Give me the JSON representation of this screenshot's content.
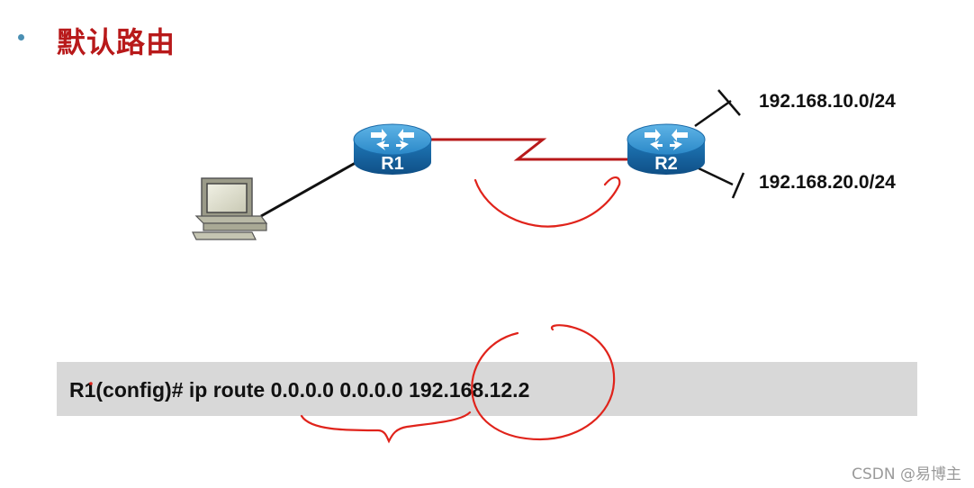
{
  "title": "默认路由",
  "routers": [
    {
      "label": "R1"
    },
    {
      "label": "R2"
    }
  ],
  "networks": [
    {
      "label": "192.168.10.0/24"
    },
    {
      "label": "192.168.20.0/24"
    }
  ],
  "command": "R1(config)# ip route 0.0.0.0 0.0.0.0 192.168.12.2",
  "watermark": "CSDN @易博主",
  "colors": {
    "title": "#b8191a",
    "serial_link": "#b8191a",
    "annotation": "#e0231b",
    "router_blue": "#1c7cc0",
    "command_bar": "#d8d8d8"
  }
}
